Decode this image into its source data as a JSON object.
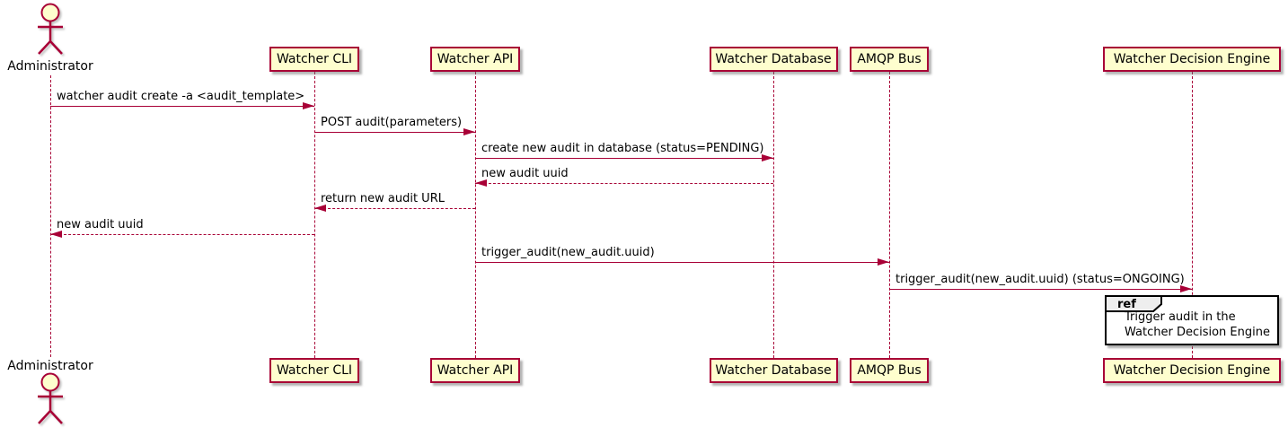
{
  "diagram": {
    "type": "uml-sequence",
    "colors": {
      "background": "#FFFFFF",
      "stroke": "#A80036",
      "participant_fill": "#FEFECE",
      "text": "#000000",
      "ref_fill": "#FFFFFF",
      "ref_border": "#000000",
      "ref_header_fill": "#EEEEEE"
    },
    "actor": {
      "label": "Administrator"
    },
    "participants": [
      {
        "id": "watcher-cli",
        "label": "Watcher CLI"
      },
      {
        "id": "watcher-api",
        "label": "Watcher API"
      },
      {
        "id": "watcher-database",
        "label": "Watcher Database"
      },
      {
        "id": "amqp-bus",
        "label": "AMQP Bus"
      },
      {
        "id": "watcher-decision-engine",
        "label": "Watcher Decision Engine"
      }
    ],
    "messages": [
      {
        "from": "administrator",
        "to": "watcher-cli",
        "line": "solid",
        "label": "watcher audit create -a <audit_template>"
      },
      {
        "from": "watcher-cli",
        "to": "watcher-api",
        "line": "solid",
        "label": "POST audit(parameters)"
      },
      {
        "from": "watcher-api",
        "to": "watcher-database",
        "line": "solid",
        "label": "create new audit in database (status=PENDING)"
      },
      {
        "from": "watcher-database",
        "to": "watcher-api",
        "line": "dashed",
        "label": "new audit uuid"
      },
      {
        "from": "watcher-api",
        "to": "watcher-cli",
        "line": "dashed",
        "label": "return new audit URL"
      },
      {
        "from": "watcher-cli",
        "to": "administrator",
        "line": "dashed",
        "label": "new audit uuid"
      },
      {
        "from": "watcher-api",
        "to": "amqp-bus",
        "line": "solid",
        "label": "trigger_audit(new_audit.uuid)"
      },
      {
        "from": "amqp-bus",
        "to": "watcher-decision-engine",
        "line": "solid",
        "label": "trigger_audit(new_audit.uuid) (status=ONGOING)"
      }
    ],
    "ref": {
      "keyword": "ref",
      "over": "watcher-decision-engine",
      "line1": "Trigger audit in the",
      "line2": "Watcher Decision Engine"
    }
  }
}
